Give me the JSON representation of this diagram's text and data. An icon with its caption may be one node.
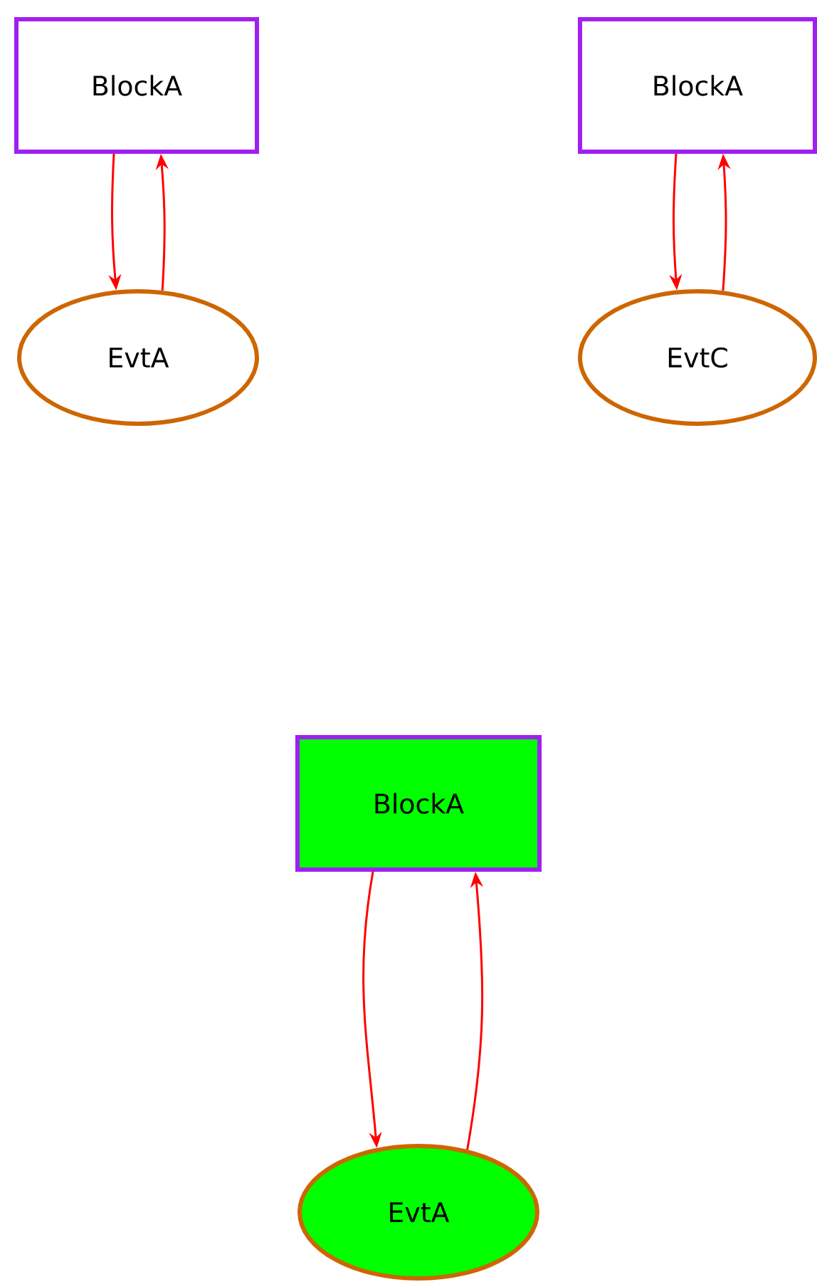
{
  "diagram": {
    "nodes": [
      {
        "text": [
          "BlockA"
        ]
      },
      {
        "text": [
          "EvtA"
        ]
      },
      {
        "text": [
          "BlockA"
        ]
      },
      {
        "text": [
          "EvtC"
        ]
      },
      {
        "text": [
          "BlockA"
        ]
      },
      {
        "text": [
          "EvtA"
        ]
      }
    ],
    "edges": [
      {
        "from": 0,
        "to": 1,
        "arrow": "to"
      },
      {
        "from": 1,
        "to": 0,
        "arrow": "to"
      },
      {
        "from": 2,
        "to": 3,
        "arrow": "to"
      },
      {
        "from": 3,
        "to": 2,
        "arrow": "to"
      },
      {
        "from": 4,
        "to": 5,
        "arrow": "to"
      },
      {
        "from": 5,
        "to": 4,
        "arrow": "to"
      }
    ]
  }
}
